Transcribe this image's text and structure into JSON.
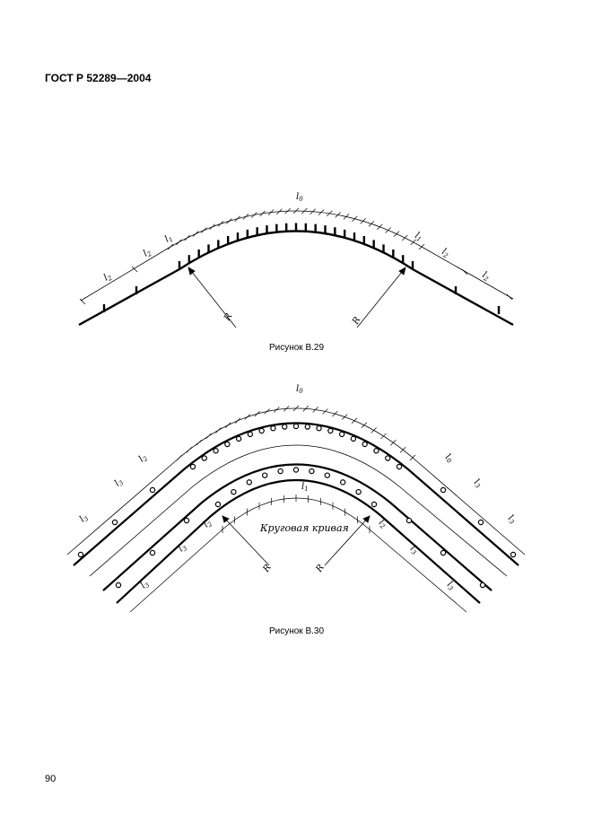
{
  "header": {
    "standard_code": "ГОСТ Р 52289—2004"
  },
  "figure_1": {
    "caption": "Рисунок В.29",
    "label_l0": "l",
    "label_l0_sub": "0",
    "label_l1": "l",
    "label_l1_sub": "1",
    "label_l2": "l",
    "label_l2_sub": "2",
    "label_r": "R"
  },
  "figure_2": {
    "caption": "Рисунок В.30",
    "curve_label": "Круговая кривая",
    "label_l0": "l",
    "label_l0_sub": "0",
    "label_l1": "l",
    "label_l1_sub": "1",
    "label_l2": "l",
    "label_l2_sub": "2",
    "label_l3": "l",
    "label_l3_sub": "3",
    "label_r": "R"
  },
  "footer": {
    "page_number": "90"
  }
}
